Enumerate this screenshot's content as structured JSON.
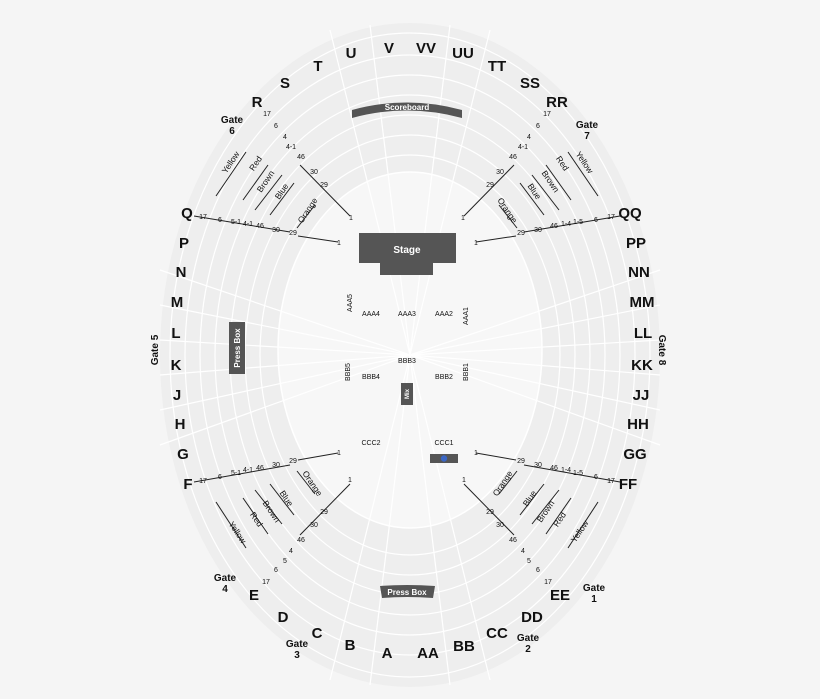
{
  "stage": {
    "label": "Stage"
  },
  "scoreboard": {
    "label": "Scoreboard"
  },
  "press_box_left": {
    "label": "Press Box"
  },
  "press_box_bottom": {
    "label": "Press Box"
  },
  "mix": {
    "label": "Mix"
  },
  "accessible_icon": "wheelchair-icon",
  "floor_sections": [
    "AAA5",
    "AAA4",
    "AAA3",
    "AAA2",
    "AAA1",
    "BBB5",
    "BBB4",
    "BBB3",
    "BBB2",
    "BBB1",
    "CCC2",
    "CCC1"
  ],
  "sections": [
    "U",
    "V",
    "VV",
    "UU",
    "T",
    "TT",
    "S",
    "SS",
    "R",
    "RR",
    "Q",
    "QQ",
    "P",
    "PP",
    "N",
    "NN",
    "M",
    "MM",
    "L",
    "LL",
    "K",
    "KK",
    "J",
    "JJ",
    "H",
    "HH",
    "G",
    "GG",
    "F",
    "FF",
    "E",
    "EE",
    "D",
    "DD",
    "C",
    "CC",
    "B",
    "BB",
    "A",
    "AA"
  ],
  "gates": [
    {
      "word": "Gate",
      "num": "6"
    },
    {
      "word": "Gate",
      "num": "7"
    },
    {
      "word": "Gate",
      "num": "5"
    },
    {
      "word": "Gate",
      "num": "8"
    },
    {
      "word": "Gate",
      "num": "4"
    },
    {
      "word": "Gate",
      "num": "1"
    },
    {
      "word": "Gate",
      "num": "3"
    },
    {
      "word": "Gate",
      "num": "2"
    }
  ],
  "zones": [
    "Yellow",
    "Red",
    "Brown",
    "Blue",
    "Orange"
  ],
  "row_numbers": [
    "1",
    "29",
    "30",
    "46",
    "1-4",
    "1-5",
    "4-1",
    "5-1",
    "5",
    "4",
    "6",
    "17"
  ]
}
